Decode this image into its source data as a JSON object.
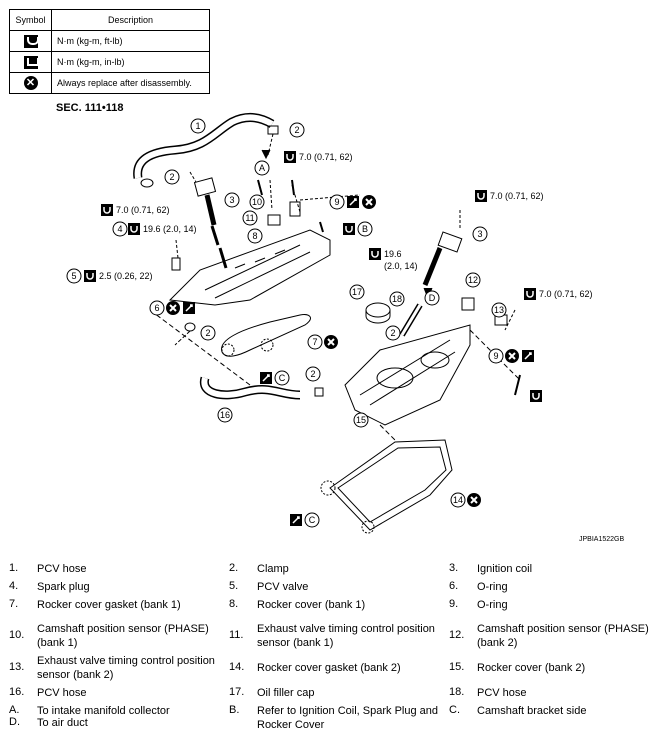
{
  "symbol_table": {
    "header_symbol": "Symbol",
    "header_description": "Description",
    "rows": [
      {
        "icon": "torque-ftlb-icon",
        "desc": "N·m (kg-m, ft-lb)"
      },
      {
        "icon": "torque-inlb-icon",
        "desc": "N·m (kg-m, in-lb)"
      },
      {
        "icon": "replace-x-icon",
        "desc": "Always replace after disassembly."
      }
    ]
  },
  "section_label": "SEC. 111•118",
  "diagram_code": "JPBIA1522GB",
  "callouts": {
    "n1": "1",
    "n2": "2",
    "n3": "3",
    "n4": "4",
    "n5": "5",
    "n6": "6",
    "n7": "7",
    "n8": "8",
    "n9": "9",
    "n10": "10",
    "n11": "11",
    "n12": "12",
    "n13": "13",
    "n14": "14",
    "n15": "15",
    "n16": "16",
    "n17": "17",
    "n18": "18",
    "A": "A",
    "B": "B",
    "C": "C",
    "D": "D"
  },
  "torques": {
    "t1": "7.0 (0.71, 62)",
    "t2": "7.0 (0.71, 62)",
    "t3": "19.6 (2.0, 14)",
    "t4": "2.5 (0.26, 22)",
    "t5": "7.0 (0.71, 62)",
    "t6a": "19.6",
    "t6b": "(2.0, 14)",
    "t7": "7.0 (0.71, 62)"
  },
  "legend": [
    {
      "n": "1.",
      "t": "PCV hose"
    },
    {
      "n": "2.",
      "t": "Clamp"
    },
    {
      "n": "3.",
      "t": "Ignition coil"
    },
    {
      "n": "4.",
      "t": "Spark plug"
    },
    {
      "n": "5.",
      "t": "PCV valve"
    },
    {
      "n": "6.",
      "t": "O-ring"
    },
    {
      "n": "7.",
      "t": "Rocker cover gasket (bank 1)"
    },
    {
      "n": "8.",
      "t": "Rocker cover (bank 1)"
    },
    {
      "n": "9.",
      "t": "O-ring"
    },
    {
      "n": "10.",
      "t": "Camshaft position sensor (PHASE) (bank 1)"
    },
    {
      "n": "11.",
      "t": "Exhaust valve timing control position sensor (bank 1)"
    },
    {
      "n": "12.",
      "t": "Camshaft position sensor (PHASE) (bank 2)"
    },
    {
      "n": "13.",
      "t": "Exhaust valve timing control position sensor (bank 2)"
    },
    {
      "n": "14.",
      "t": "Rocker cover gasket (bank 2)"
    },
    {
      "n": "15.",
      "t": "Rocker cover (bank 2)"
    },
    {
      "n": "16.",
      "t": "PCV hose"
    },
    {
      "n": "17.",
      "t": "Oil filler cap"
    },
    {
      "n": "18.",
      "t": "PCV hose"
    },
    {
      "n": "A.",
      "t": "To intake manifold collector"
    },
    {
      "n": "B.",
      "t": "Refer to Ignition Coil, Spark Plug and Rocker Cover"
    },
    {
      "n": "C.",
      "t": "Camshaft bracket side"
    },
    {
      "n": "D.",
      "t": "To air duct"
    }
  ]
}
